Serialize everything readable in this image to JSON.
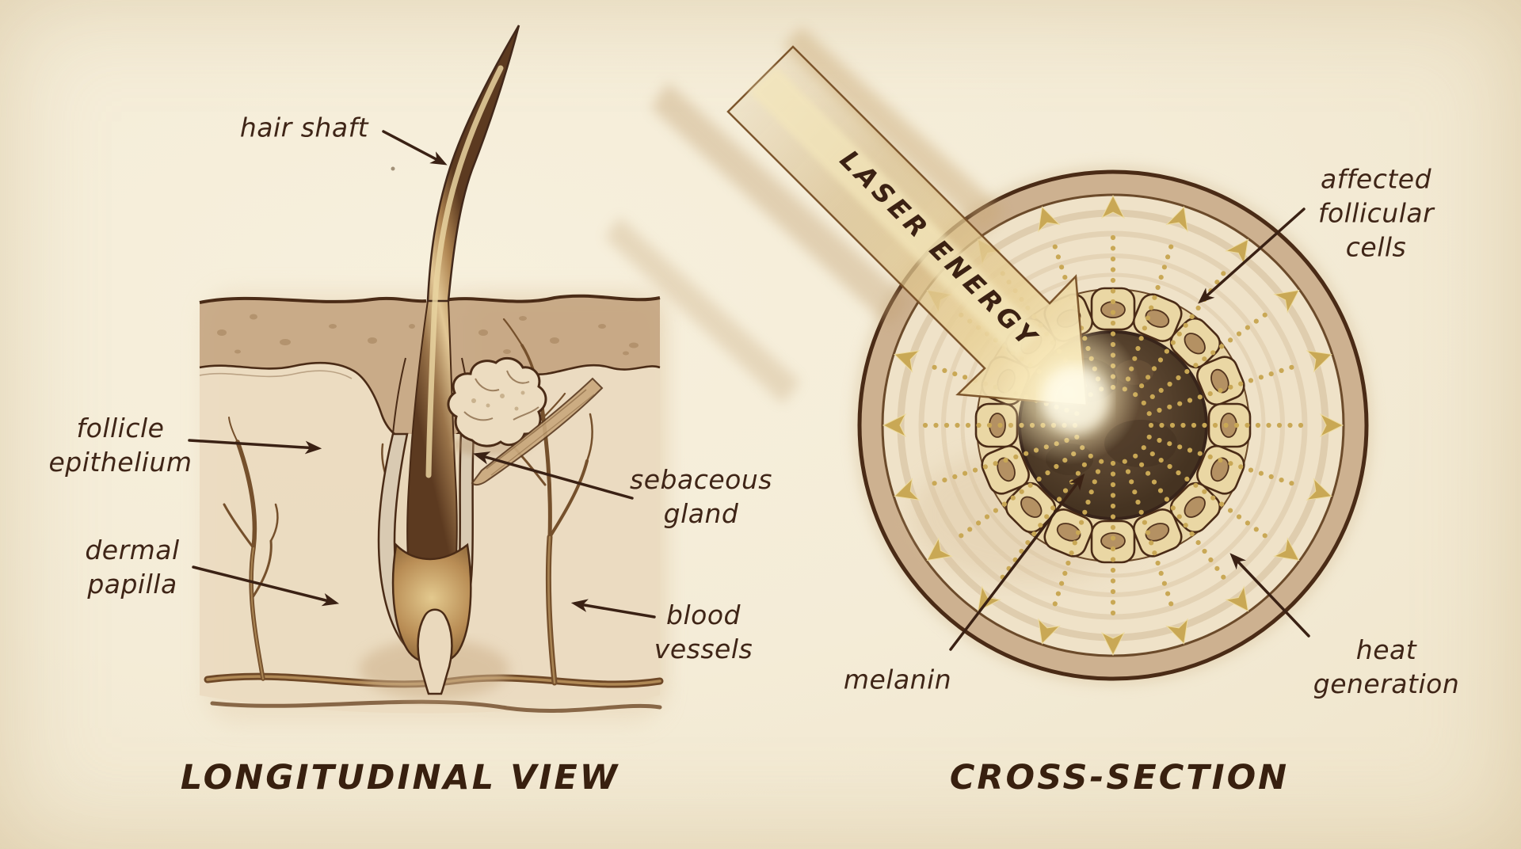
{
  "page": {
    "background_color": "#f4ecd7",
    "ink_color": "#3f2517",
    "gold_color": "#c9a855"
  },
  "left_panel": {
    "title": "LONGITUDINAL VIEW",
    "labels": {
      "hair_shaft": "hair shaft",
      "follicle_epithelium": "follicle\nepithelium",
      "dermal_papilla": "dermal\npapilla",
      "sebaceous_gland": "sebaceous\ngland",
      "blood_vessels": "blood\nvessels"
    }
  },
  "right_panel": {
    "title": "CROSS-SECTION",
    "laser_label": "LASER ENERGY",
    "labels": {
      "affected_follicular_cells": "affected\nfollicular\ncells",
      "melanin": "melanin",
      "heat_generation": "heat\ngeneration"
    }
  }
}
